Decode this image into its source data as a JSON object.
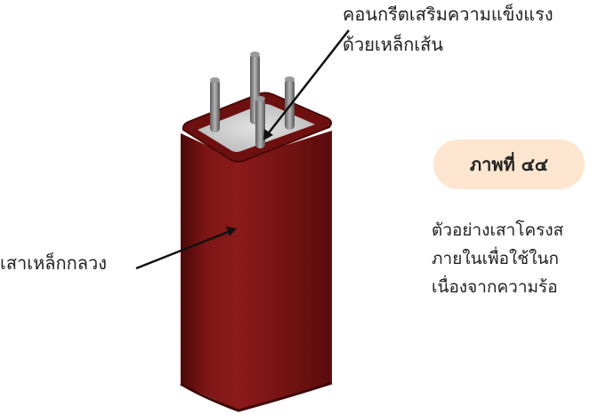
{
  "labels": {
    "concrete_line1": "คอนกรีตเสริมความแข็งแรง",
    "concrete_line2": "ด้วยเหล็กเส้น",
    "steel_tube": "เสาเหล็กกลวง"
  },
  "caption": {
    "title": "ภาพที่ ๔๔"
  },
  "description": {
    "line1": "ตัวอย่างเสาโครงส",
    "line2": "ภายในเพื่อใช้ในก",
    "line3": "เนื่องจากความร้อ"
  },
  "colors": {
    "tube": "#7a1414",
    "concrete": "#cfcfcf",
    "rebar": "#8a8a8a",
    "caption_bg": "#fde5cf"
  }
}
